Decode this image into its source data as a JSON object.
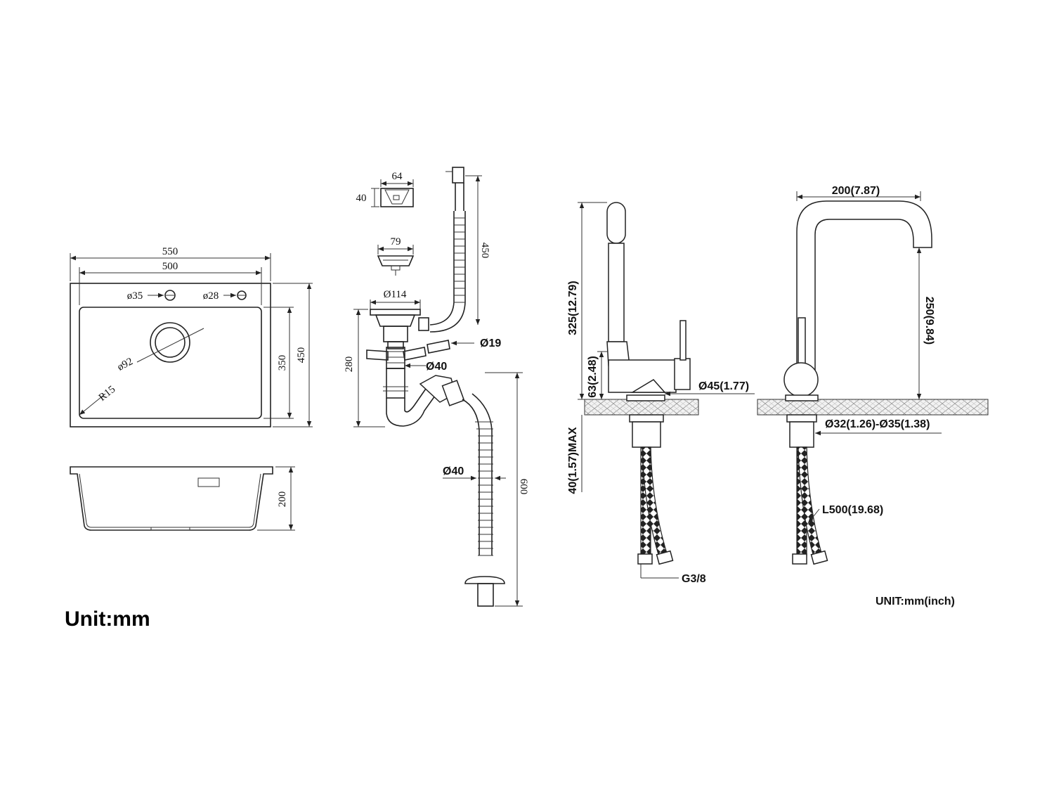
{
  "sink": {
    "width_outer": "550",
    "width_inner": "500",
    "height_outer": "450",
    "height_inner": "350",
    "hole_1": "ø35",
    "hole_2": "ø28",
    "drain": "ø92",
    "radius": "R15",
    "depth": "200"
  },
  "drain_kit": {
    "overflow_w": "64",
    "overflow_h": "40",
    "basket": "79",
    "flange": "Ø114",
    "overflow_hose": "450",
    "height": "280",
    "side_inlet": "Ø19",
    "pipe": "Ø40",
    "hose_dia": "Ø40",
    "hose_len": "600"
  },
  "faucet": {
    "height": "325(12.79)",
    "base_height": "63(2.48)",
    "base_dia": "Ø45(1.77)",
    "counter_max": "40(1.57)MAX",
    "thread": "G3/8",
    "reach": "200(7.87)",
    "spout_height": "250(9.84)",
    "hole_range": "Ø32(1.26)-Ø35(1.38)",
    "hose": "L500(19.68)"
  },
  "unit_left": "Unit:mm",
  "unit_right": "UNIT:mm(inch)"
}
